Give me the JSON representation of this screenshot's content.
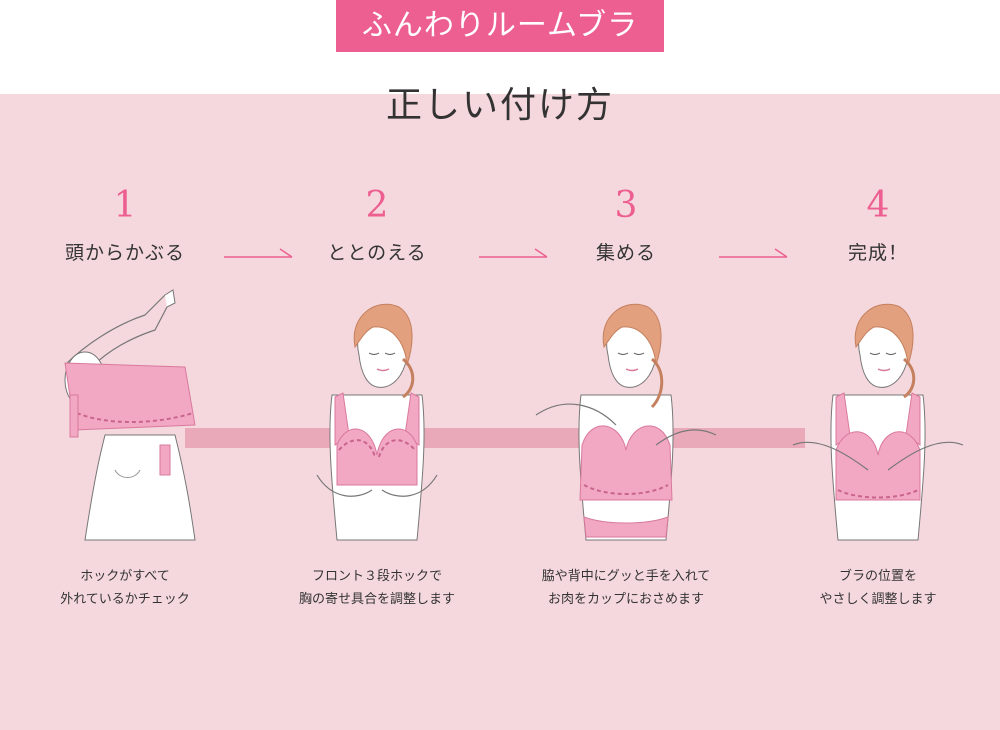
{
  "header": {
    "badge": "ふんわりルームブラ",
    "title": "正しい付け方"
  },
  "colors": {
    "accent": "#ec5f90",
    "background": "#f5d8de",
    "band": "#e9a9b8",
    "bra_pink": "#f2a7c3",
    "text": "#333333"
  },
  "steps": [
    {
      "number": "1",
      "label": "頭からかぶる",
      "caption": [
        "ホックがすべて",
        "外れているかチェック"
      ],
      "illustration": "woman-pulling-bra-over-head-illustration"
    },
    {
      "number": "2",
      "label": "ととのえる",
      "caption": [
        "フロント３段ホックで",
        "胸の寄せ具合を調整します"
      ],
      "illustration": "woman-adjusting-front-hooks-illustration"
    },
    {
      "number": "3",
      "label": "集める",
      "caption": [
        "脇や背中にグッと手を入れて",
        "お肉をカップにおさめます"
      ],
      "illustration": "woman-gathering-into-cup-illustration"
    },
    {
      "number": "4",
      "label": "完成！",
      "caption": [
        "ブラの位置を",
        "やさしく調整します"
      ],
      "illustration": "woman-finished-bra-illustration"
    }
  ]
}
